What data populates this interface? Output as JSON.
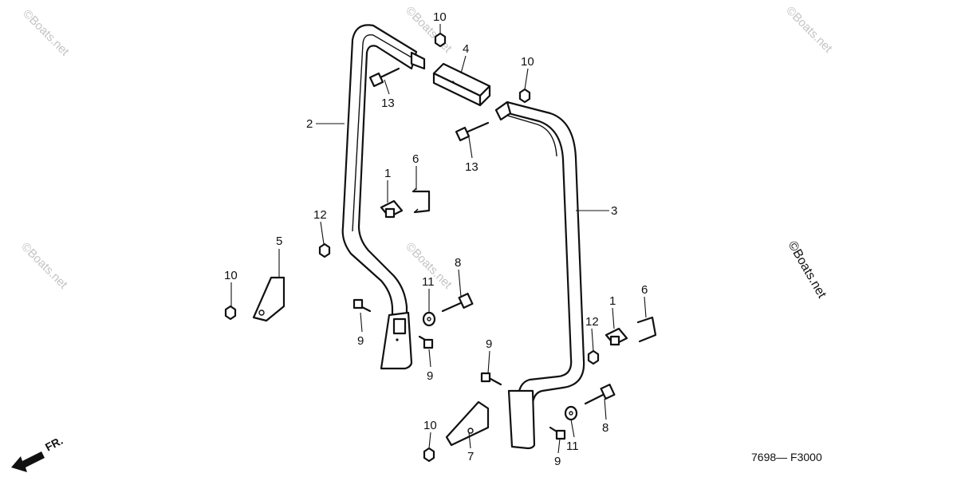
{
  "diagram": {
    "callouts": [
      {
        "id": "c1a",
        "label": "1"
      },
      {
        "id": "c1b",
        "label": "1"
      },
      {
        "id": "c2",
        "label": "2"
      },
      {
        "id": "c3",
        "label": "3"
      },
      {
        "id": "c4",
        "label": "4"
      },
      {
        "id": "c5",
        "label": "5"
      },
      {
        "id": "c6a",
        "label": "6"
      },
      {
        "id": "c6b",
        "label": "6"
      },
      {
        "id": "c7",
        "label": "7"
      },
      {
        "id": "c8a",
        "label": "8"
      },
      {
        "id": "c8b",
        "label": "8"
      },
      {
        "id": "c9a",
        "label": "9"
      },
      {
        "id": "c9b",
        "label": "9"
      },
      {
        "id": "c9c",
        "label": "9"
      },
      {
        "id": "c9d",
        "label": "9"
      },
      {
        "id": "c10a",
        "label": "10"
      },
      {
        "id": "c10b",
        "label": "10"
      },
      {
        "id": "c10c",
        "label": "10"
      },
      {
        "id": "c10d",
        "label": "10"
      },
      {
        "id": "c11a",
        "label": "11"
      },
      {
        "id": "c11b",
        "label": "11"
      },
      {
        "id": "c12a",
        "label": "12"
      },
      {
        "id": "c12b",
        "label": "12"
      },
      {
        "id": "c13a",
        "label": "13"
      },
      {
        "id": "c13b",
        "label": "13"
      }
    ],
    "diagram_code": "7698— F3000",
    "front_indicator": "FR.",
    "brand_mark": "©Boats.net",
    "watermark": "©Boats.net"
  }
}
